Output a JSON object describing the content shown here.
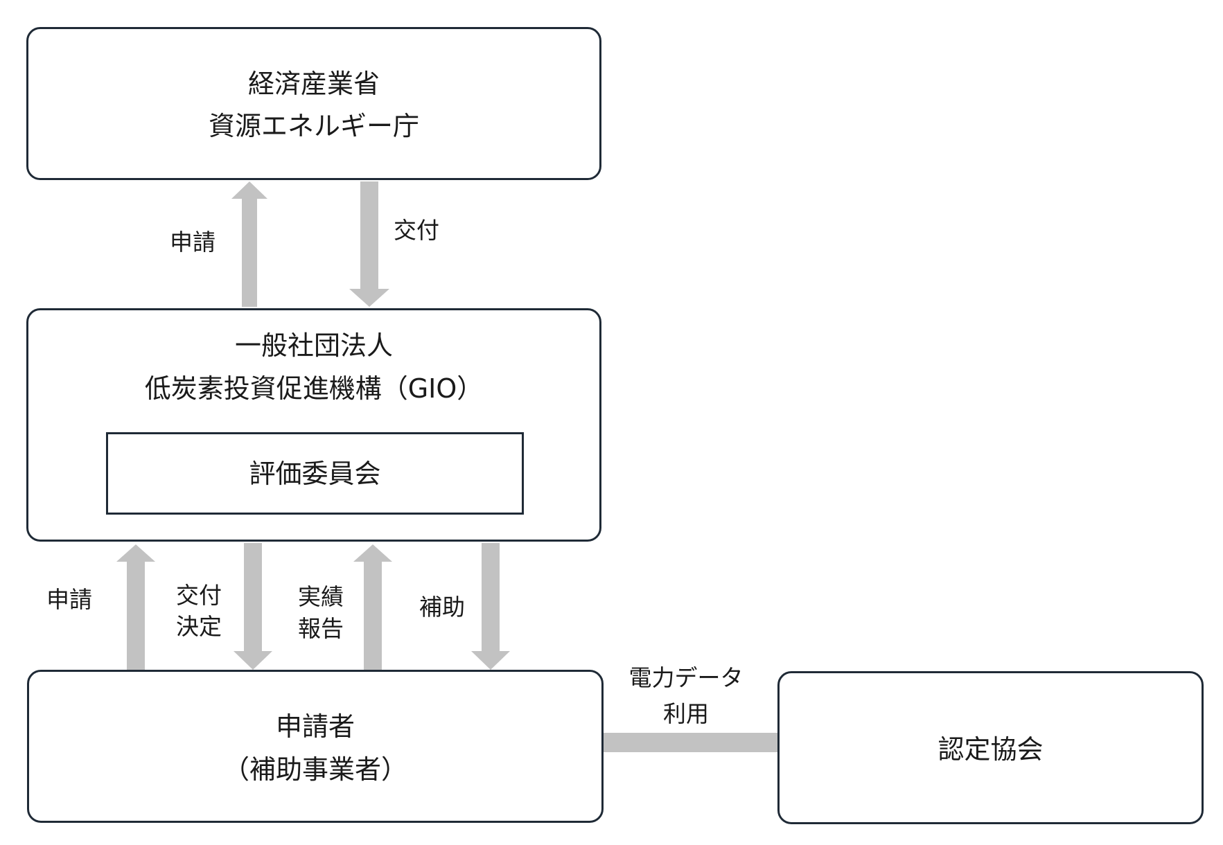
{
  "nodes": {
    "meti": {
      "line1": "経済産業省",
      "line2": "資源エネルギー庁"
    },
    "gio": {
      "line1": "一般社団法人",
      "line2": "低炭素投資促進機構（GIO）"
    },
    "committee": {
      "label": "評価委員会"
    },
    "applicant": {
      "line1": "申請者",
      "line2": "（補助事業者）"
    },
    "cert": {
      "label": "認定協会"
    }
  },
  "edges": {
    "top_apply": "申請",
    "top_grant": "交付",
    "bottom_apply": "申請",
    "grant_decision_1": "交付",
    "grant_decision_2": "決定",
    "report_1": "実績",
    "report_2": "報告",
    "subsidy": "補助",
    "power_1": "電力データ",
    "power_2": "利用"
  },
  "colors": {
    "arrow": "#c2c2c2",
    "border": "#1f2a36"
  }
}
